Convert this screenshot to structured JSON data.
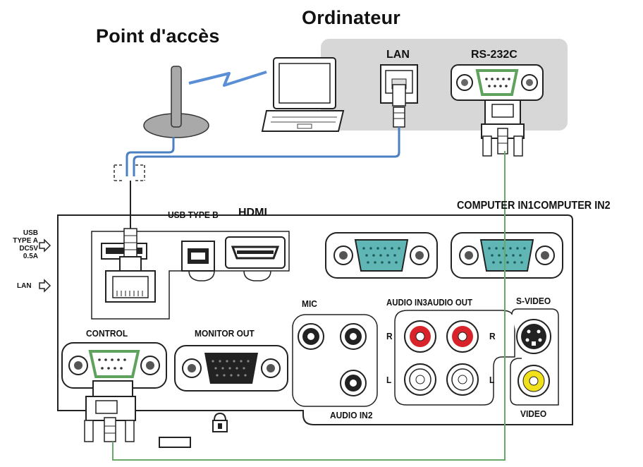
{
  "labels": {
    "computer": "Ordinateur",
    "access_point": "Point d'accès",
    "lan_top": "LAN",
    "rs232c": "RS-232C",
    "usb_type_b": "USB TYPE B",
    "hdmi": "HDMI",
    "computer_in": "COMPUTER IN1COMPUTER IN2",
    "usb_type_a": "USB TYPE A",
    "dc5v": "DC5V",
    "amp": "0.5A",
    "lan_side": "LAN",
    "mic": "MIC",
    "audio_in3_out": "AUDIO IN3AUDIO OUT",
    "s_video": "S-VIDEO",
    "control": "CONTROL",
    "monitor_out": "MONITOR OUT",
    "r_left": "R",
    "r_right": "R",
    "l_left": "L",
    "l_right": "L",
    "audio_in2": "AUDIO IN2",
    "video": "VIDEO"
  },
  "colors": {
    "panel_gray": "#d7d7d7",
    "lan_cable": "#4a7fc1",
    "serial_cable": "#6aa86a",
    "vga_fill": "#5fb6b4",
    "rca_red": "#d8232a",
    "rca_yellow": "#f1e11a",
    "wireless_blue": "#5a8fd6"
  }
}
